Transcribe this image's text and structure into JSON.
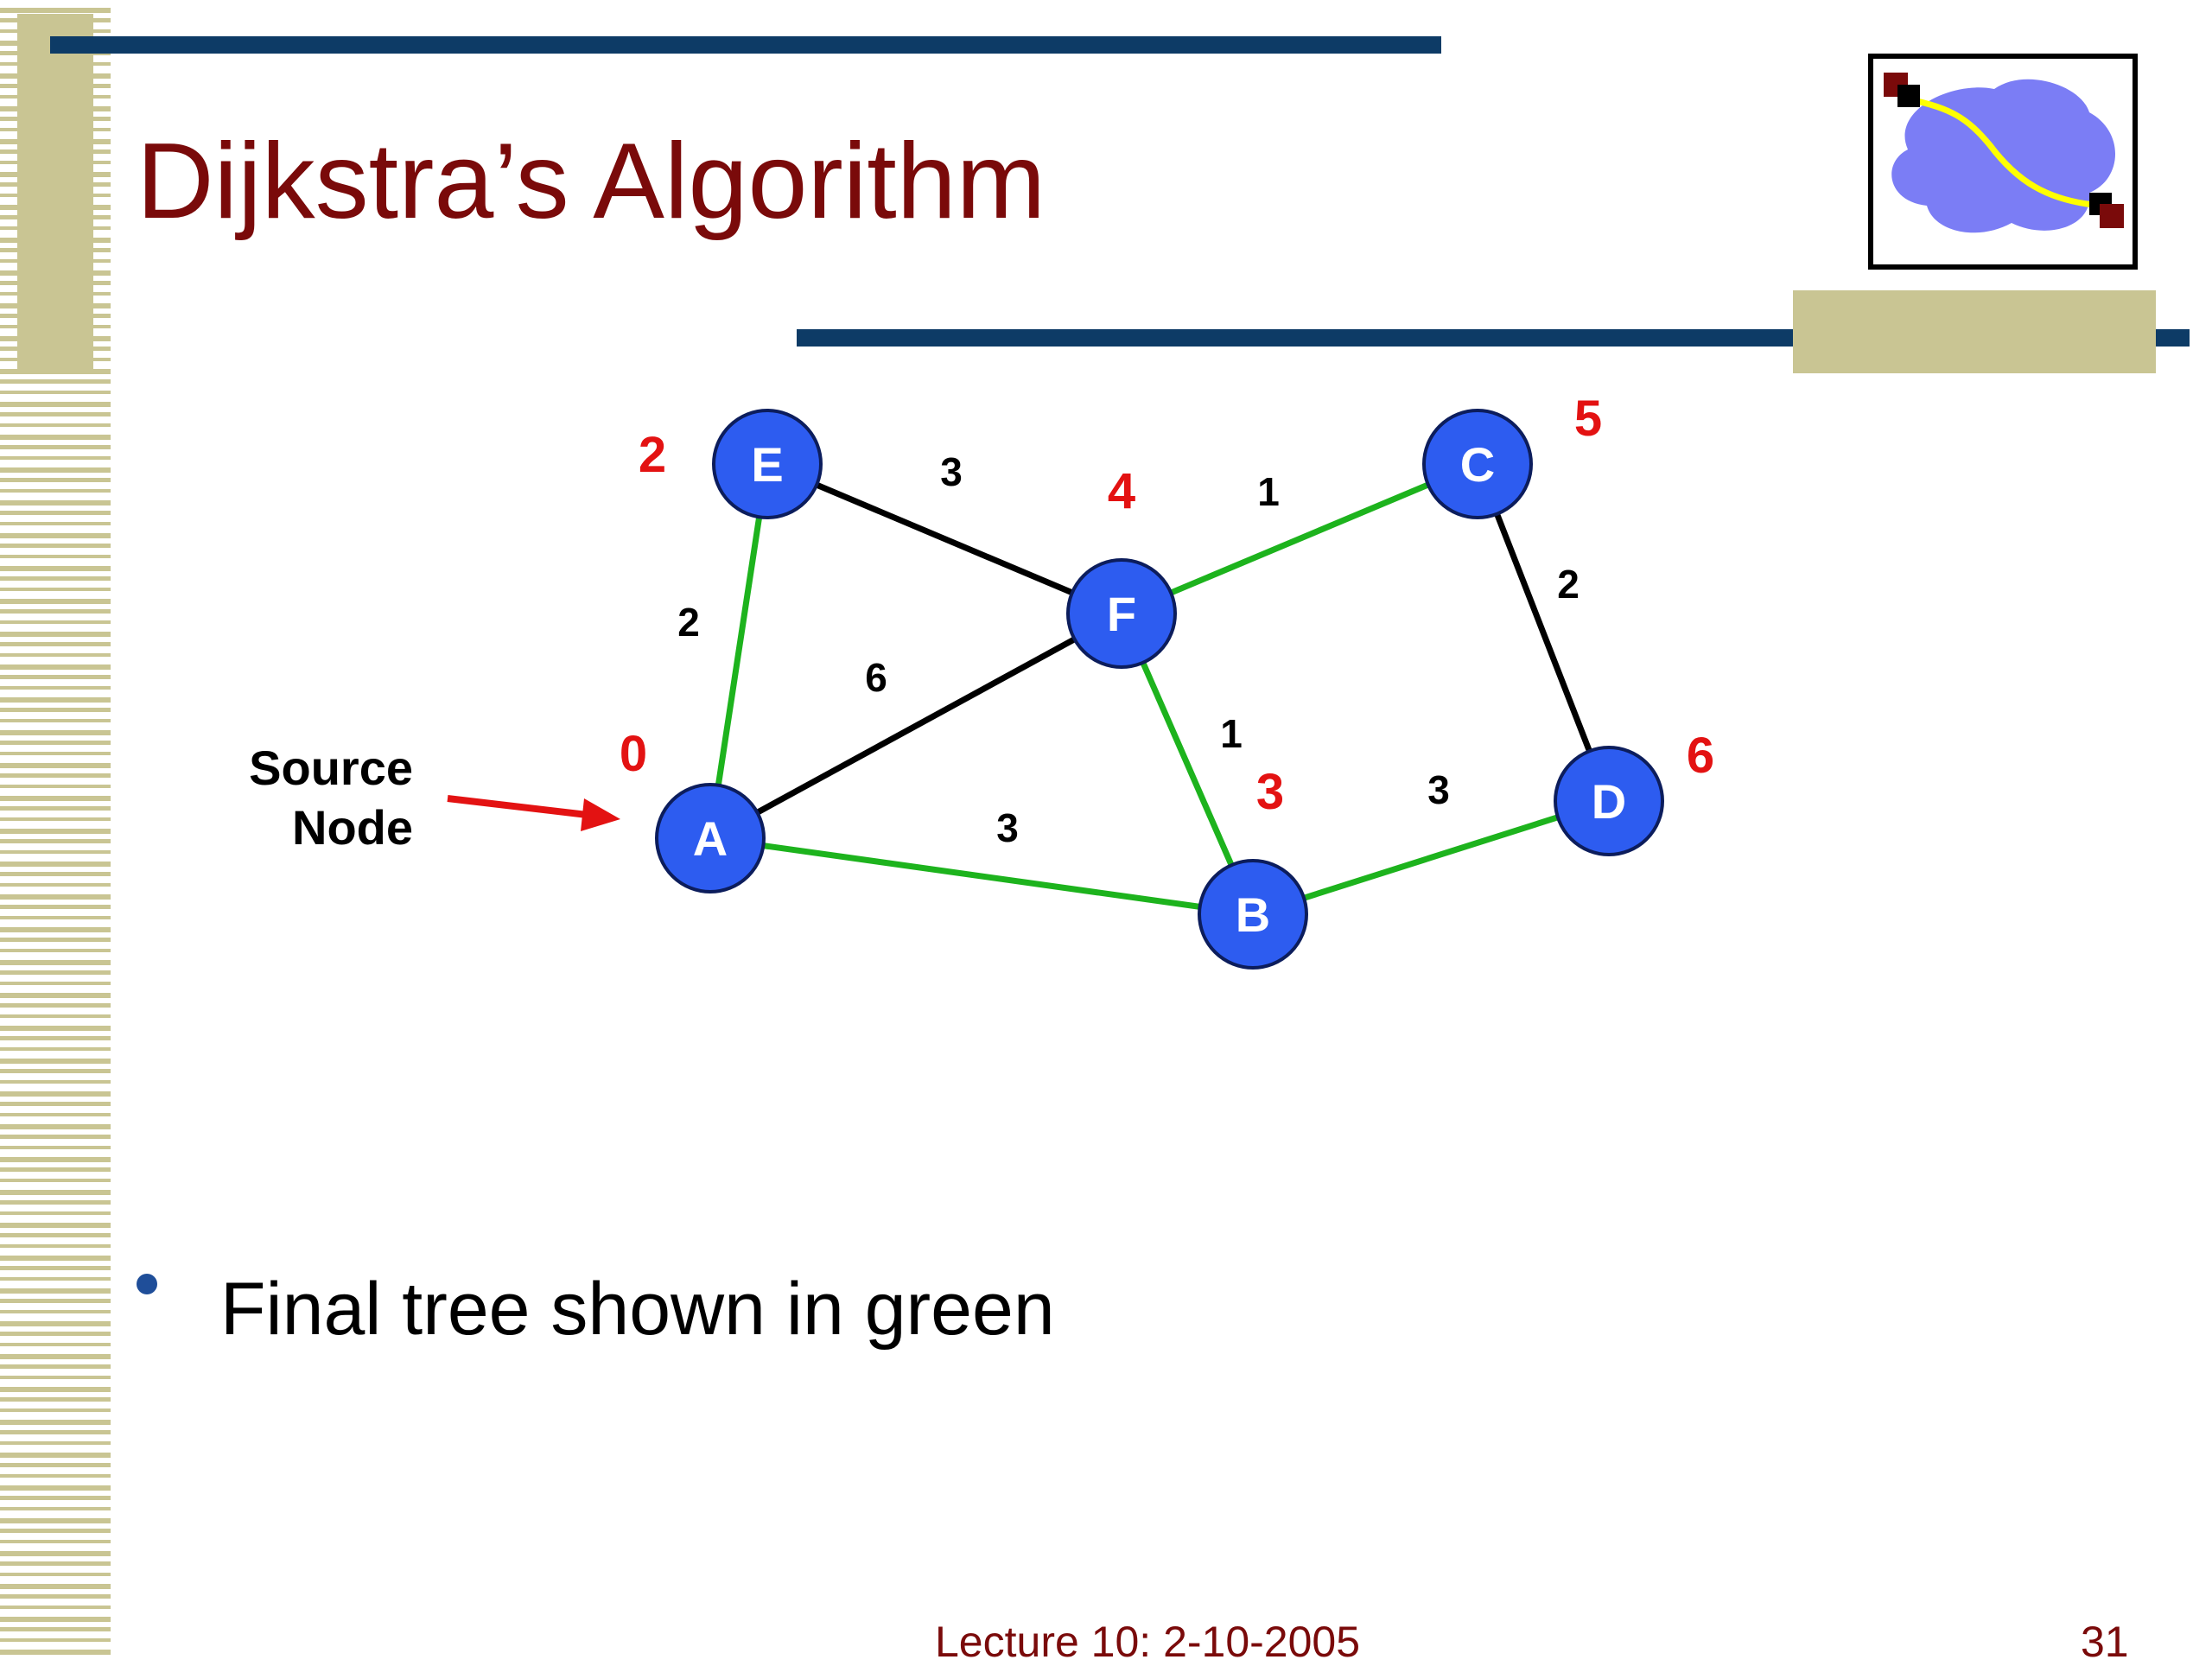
{
  "slide": {
    "title": "Dijkstra’s Algorithm",
    "bullet": "Final tree shown in green",
    "footer_lecture": "Lecture 10: 2-10-2005",
    "footer_page": "31"
  },
  "colors": {
    "title": "#7a0a0a",
    "rule": "#0d3b66",
    "accent": "#c9c593",
    "node_fill": "#2d5cf0",
    "tree_edge": "#1db31d",
    "other_edge": "#000000",
    "distance": "#e31212",
    "arrow": "#e31212"
  },
  "graph": {
    "source_label": [
      "Source",
      "Node"
    ],
    "nodes": [
      {
        "id": "A",
        "distance": "0"
      },
      {
        "id": "B",
        "distance": "3"
      },
      {
        "id": "C",
        "distance": "5"
      },
      {
        "id": "D",
        "distance": "6"
      },
      {
        "id": "E",
        "distance": "2"
      },
      {
        "id": "F",
        "distance": "4"
      }
    ],
    "edges": [
      {
        "from": "A",
        "to": "E",
        "weight": "2",
        "in_tree": true
      },
      {
        "from": "A",
        "to": "F",
        "weight": "6",
        "in_tree": false
      },
      {
        "from": "A",
        "to": "B",
        "weight": "3",
        "in_tree": true
      },
      {
        "from": "E",
        "to": "F",
        "weight": "3",
        "in_tree": false
      },
      {
        "from": "F",
        "to": "C",
        "weight": "1",
        "in_tree": true
      },
      {
        "from": "F",
        "to": "B",
        "weight": "1",
        "in_tree": true
      },
      {
        "from": "C",
        "to": "D",
        "weight": "2",
        "in_tree": false
      },
      {
        "from": "B",
        "to": "D",
        "weight": "3",
        "in_tree": true
      }
    ]
  },
  "logo": {
    "icon": "shortest-path-logo-icon"
  }
}
